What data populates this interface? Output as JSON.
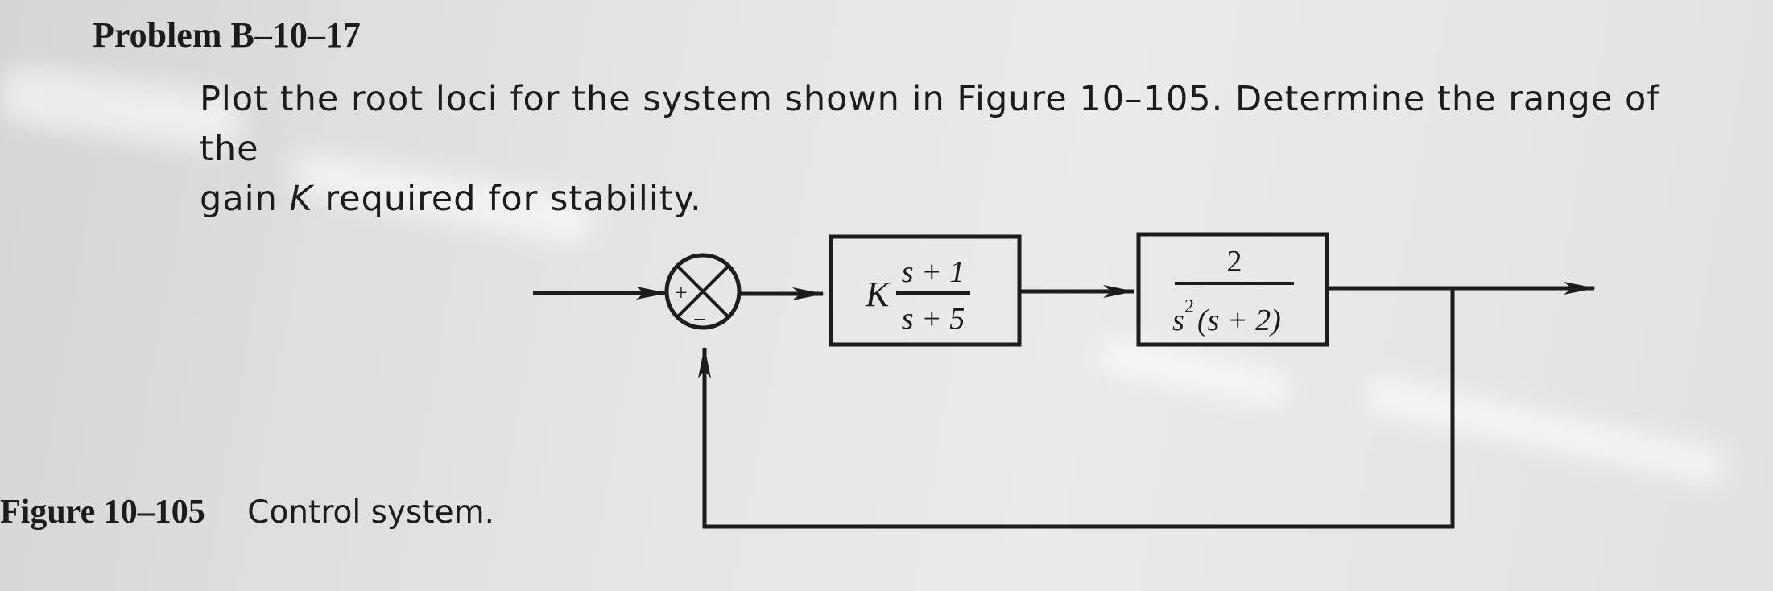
{
  "problem": {
    "title": "Problem B–10–17",
    "text_line1": "Plot the root loci for the system shown in Figure 10–105. Determine the range of the",
    "text_line2_pre": "gain ",
    "text_gain_var": "K",
    "text_line2_post": " required for stability."
  },
  "diagram": {
    "summing_junction": {
      "plus_sign": "+",
      "minus_sign": "−"
    },
    "controller_block": {
      "gain": "K",
      "numerator": "s + 1",
      "denominator": "s + 5"
    },
    "plant_block": {
      "numerator": "2",
      "denominator_base": "s",
      "denominator_exponent": "2",
      "denominator_rest": "(s + 2)"
    }
  },
  "figure": {
    "label": "Figure 10–105",
    "caption": "Control system."
  },
  "colors": {
    "paper": "#e2e4e6",
    "ink": "#1c1c1e"
  }
}
